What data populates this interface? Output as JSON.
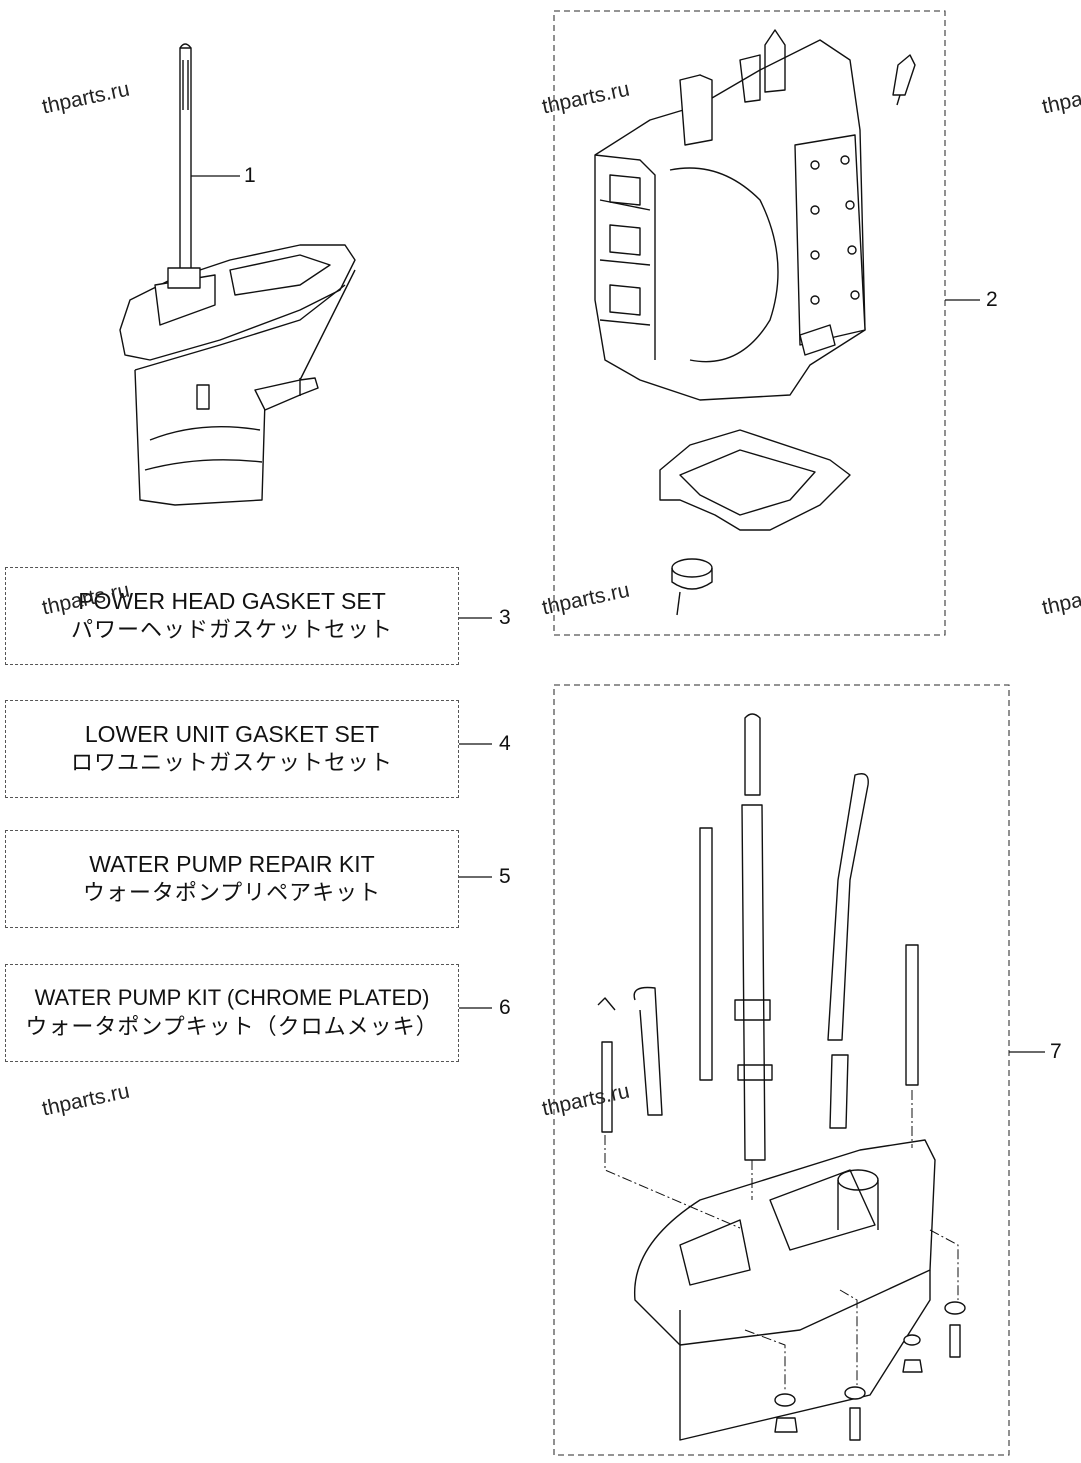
{
  "watermark": "thparts.ru",
  "callouts": [
    "1",
    "2",
    "3",
    "4",
    "5",
    "6",
    "7"
  ],
  "kits": [
    {
      "en": "POWER HEAD GASKET SET",
      "jp": "パワーヘッドガスケットセット"
    },
    {
      "en": "LOWER UNIT GASKET SET",
      "jp": "ロワユニットガスケットセット"
    },
    {
      "en": "WATER PUMP REPAIR KIT",
      "jp": "ウォータポンプリペアキット"
    },
    {
      "en": "WATER PUMP KIT (CHROME PLATED)",
      "jp": "ウォータポンプキット（クロムメッキ）"
    }
  ]
}
